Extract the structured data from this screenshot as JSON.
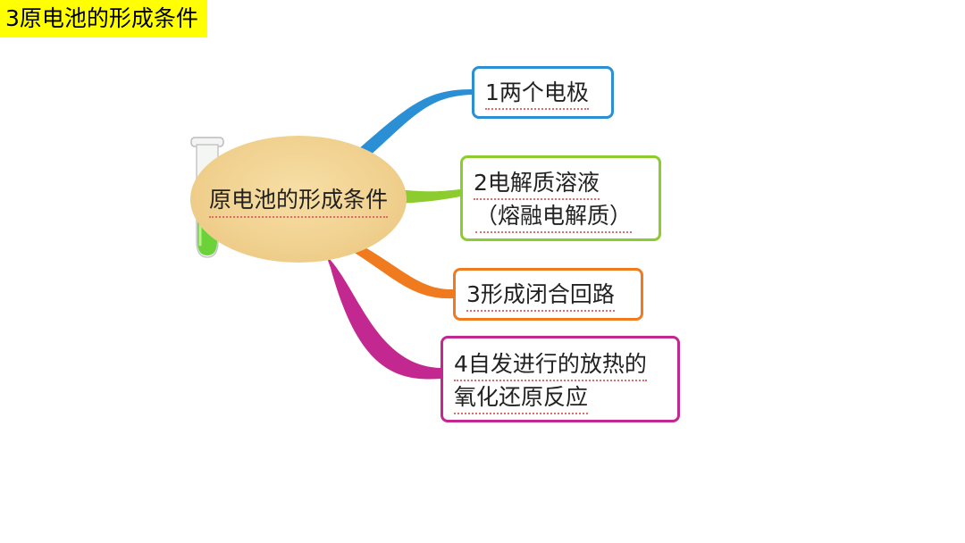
{
  "slide": {
    "title": "3原电池的形成条件"
  },
  "diagram": {
    "center": "原电池的形成条件",
    "branches": [
      {
        "lines": [
          "1两个电极"
        ],
        "color": "#2a8fd4"
      },
      {
        "lines": [
          "2电解质溶液",
          "（熔融电解质）"
        ],
        "color": "#8ccc2e"
      },
      {
        "lines": [
          "3形成闭合回路"
        ],
        "color": "#f07b1f"
      },
      {
        "lines": [
          "4自发进行的放热的",
          "氧化还原反应"
        ],
        "color": "#c2288f"
      }
    ]
  }
}
